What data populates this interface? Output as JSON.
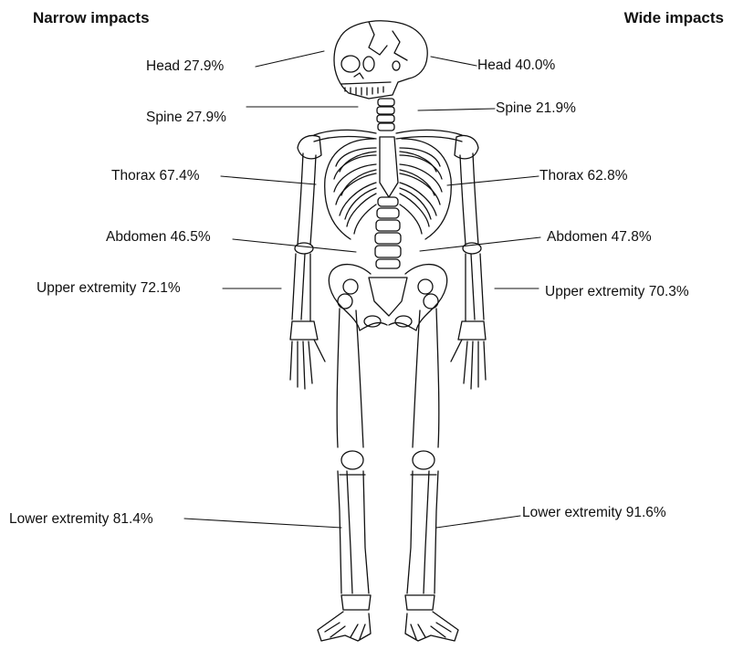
{
  "headings": {
    "left": "Narrow impacts",
    "right": "Wide impacts"
  },
  "narrow": [
    {
      "region": "Head",
      "percent": "27.9%",
      "text": "Head 27.9%"
    },
    {
      "region": "Spine",
      "percent": "27.9%",
      "text": "Spine 27.9%"
    },
    {
      "region": "Thorax",
      "percent": "67.4%",
      "text": "Thorax  67.4%"
    },
    {
      "region": "Abdomen",
      "percent": "46.5%",
      "text": "Abdomen 46.5%"
    },
    {
      "region": "Upper extremity",
      "percent": "72.1%",
      "text": "Upper extremity 72.1%"
    },
    {
      "region": "Lower extremity",
      "percent": "81.4%",
      "text": "Lower extremity 81.4%"
    }
  ],
  "wide": [
    {
      "region": "Head",
      "percent": "40.0%",
      "text": "Head 40.0%"
    },
    {
      "region": "Spine",
      "percent": "21.9%",
      "text": "Spine 21.9%"
    },
    {
      "region": "Thorax",
      "percent": "62.8%",
      "text": "Thorax 62.8%"
    },
    {
      "region": "Abdomen",
      "percent": "47.8%",
      "text": "Abdomen 47.8%"
    },
    {
      "region": "Upper extremity",
      "percent": "70.3%",
      "text": "Upper extremity 70.3%"
    },
    {
      "region": "Lower extremity",
      "percent": "91.6%",
      "text": "Lower extremity 91.6%"
    }
  ]
}
